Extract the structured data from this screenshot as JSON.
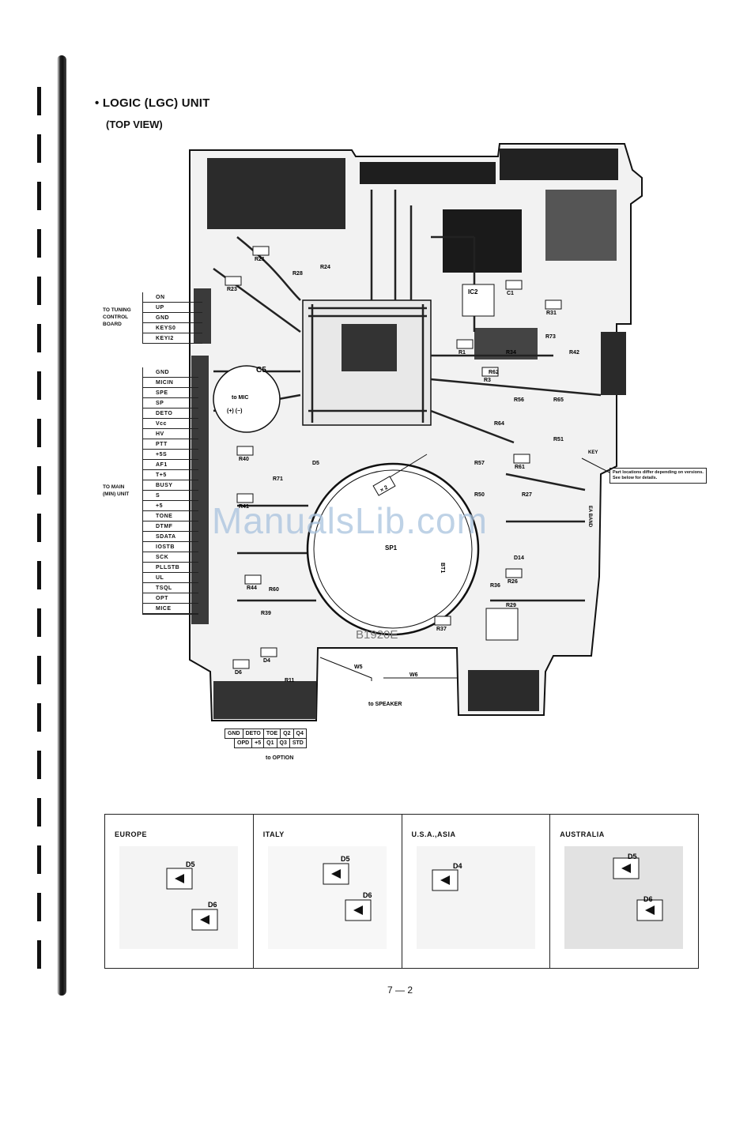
{
  "header": {
    "title": "• LOGIC (LGC) UNIT",
    "subtitle": "(TOP VIEW)"
  },
  "tuning_connector": {
    "label": "to TUNING CONTROL BOARD",
    "pins": [
      "ON",
      "UP",
      "GND",
      "KEYS0",
      "KEYI2"
    ]
  },
  "main_connector": {
    "label": "to MAIN (MIN) UNIT",
    "pins": [
      "GND",
      "MICIN",
      "SPE",
      "SP",
      "DETO",
      "Vcc",
      "HV",
      "PTT",
      "+5S",
      "AF1",
      "T+5",
      "BUSY",
      "S",
      "+5",
      "TONE",
      "DTMF",
      "SDATA",
      "IOSTB",
      "SCK",
      "PLLSTB",
      "UL",
      "TSQL",
      "OPT",
      "MICE"
    ]
  },
  "option_connector": {
    "row1": [
      "GND",
      "DETO",
      "TOE",
      "Q2",
      "Q4"
    ],
    "row2": [
      "OPD",
      "+5",
      "Q1",
      "Q3",
      "STD"
    ],
    "label": "to OPTION"
  },
  "board_labels": {
    "mic": "to MIC",
    "mic_polarity": "(+) (−)",
    "speaker": "to SPEAKER",
    "sp1": "SP1",
    "bt1": "BT1",
    "w5": "W5",
    "w6": "W6",
    "x2": "× 2",
    "c5": "C5",
    "board_code": "B1920E",
    "ic2": "IC2",
    "key": "KEY",
    "ea_band": "EA BAND"
  },
  "component_labels": [
    "R21",
    "R23",
    "R24",
    "R1",
    "R3",
    "C1",
    "R31",
    "R61",
    "R26",
    "R40",
    "R41",
    "R44",
    "D4",
    "D6",
    "R37",
    "R28",
    "R62",
    "R64",
    "R42",
    "R51",
    "R27",
    "D14",
    "D5",
    "R71",
    "R56",
    "R65",
    "R50",
    "R39",
    "R11",
    "R36",
    "R73",
    "R34",
    "R57",
    "R60",
    "R29"
  ],
  "note": "Part locations differ depending on versions. See below for details.",
  "watermark": "ManualsLib.com",
  "variants": [
    {
      "region": "EUROPE",
      "diodes": [
        "D5",
        "D6"
      ]
    },
    {
      "region": "ITALY",
      "diodes": [
        "D5",
        "D6"
      ]
    },
    {
      "region": "U.S.A.,ASIA",
      "diodes": [
        "D4"
      ]
    },
    {
      "region": "AUSTRALIA",
      "diodes": [
        "D5",
        "D6"
      ]
    }
  ],
  "page_number": "7 — 2",
  "colors": {
    "ink": "#111111",
    "watermark": "#a9c3de"
  }
}
